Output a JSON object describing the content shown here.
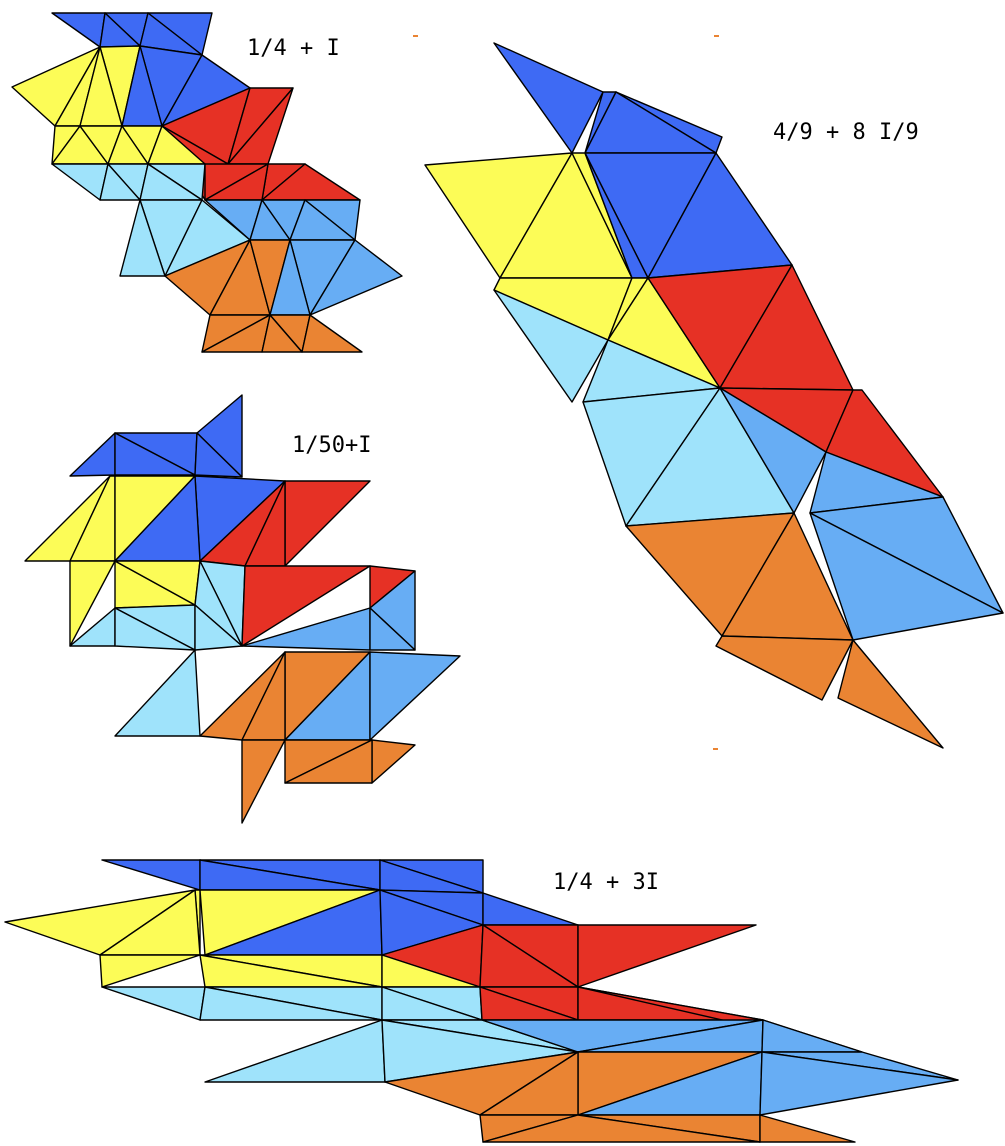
{
  "colors": {
    "dark_blue": "#3e6af4",
    "yellow": "#fcfc57",
    "red": "#e63125",
    "light_blue": "#9fe3fb",
    "medium_blue": "#67adf4",
    "orange": "#ea8433",
    "stroke": "#000000",
    "background": "#ffffff"
  },
  "figures": [
    {
      "label": "1/4 + I"
    },
    {
      "label": "4/9 + 8 I/9"
    },
    {
      "label": "1/50+I"
    },
    {
      "label": "1/4 + 3I"
    }
  ]
}
